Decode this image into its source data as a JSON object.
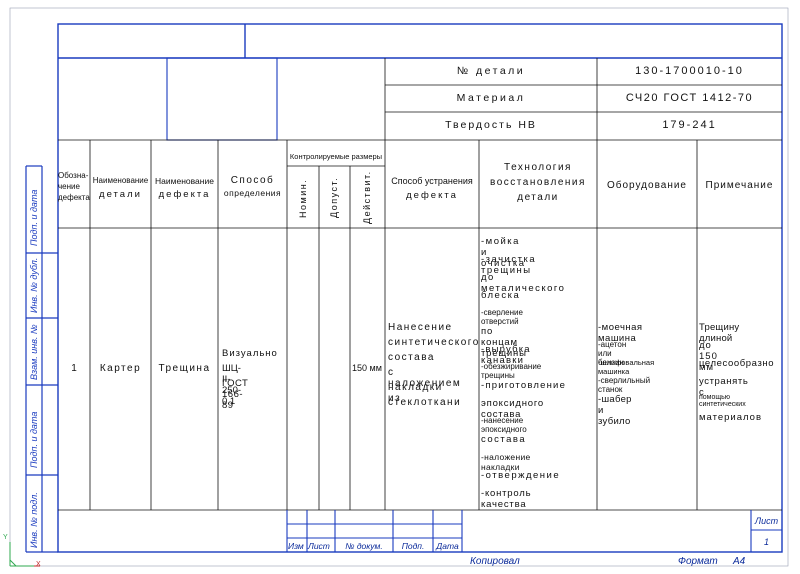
{
  "header": {
    "part_no_label": "№ детали",
    "part_no_value": "130-1700010-10",
    "material_label": "Материал",
    "material_value": "СЧ20 ГОСТ 1412-70",
    "hardness_label": "Твердость НВ",
    "hardness_value": "179-241"
  },
  "columns": {
    "designation": [
      "Обозна-",
      "чение",
      "дефекта"
    ],
    "part_name": [
      "Наименование",
      "детали"
    ],
    "defect_name": [
      "Наименование",
      "дефекта"
    ],
    "method": [
      "Способ",
      "определения"
    ],
    "controlled": "Контролируемые размеры",
    "nominal": "Номин.",
    "allowed": "Допуст.",
    "actual": "Действит.",
    "elimination": [
      "Способ устранения",
      "дефекта"
    ],
    "technology": [
      "Технология",
      "восстановления",
      "детали"
    ],
    "equipment": "Оборудование",
    "note": "Примечание"
  },
  "row": {
    "designation": "1",
    "part_name": "Картер",
    "defect_name": "Трещина",
    "method": [
      "Визуально",
      "ШЦ-II-250-0.1",
      "ГОСТ 166-89"
    ],
    "actual": "150 мм",
    "elimination": [
      "Нанесение",
      "синтетического",
      "состава",
      "с наложением",
      "накладки из",
      "стеклоткани"
    ],
    "technology": [
      "-мойка и очистка",
      "-зачистка трещины",
      "до металического",
      "блеска",
      "-сверление отверстий",
      "по концам трещины",
      "-вырубка канавки",
      "-обезжиривание трещины",
      "-приготовление",
      "эпоксидного состава",
      "-нанесение эпоксидного",
      "состава",
      "-наложение накладки",
      "-отверждение",
      "-контроль качества"
    ],
    "equipment": [
      "-моечная машина",
      "-ацетон или бензин",
      "-шлифовальная машинка",
      "-сверлильный станок",
      "-шабер и зубило"
    ],
    "note": [
      "Трещину длиной",
      "до 150 мм",
      "целесообразно",
      "устранять с",
      "помощью синтетических",
      "материалов"
    ]
  },
  "side_labels": [
    "Подп. и дата",
    "Инв. № дубл.",
    "Взам. инв. №",
    "Подп. и дата",
    "Инв. № подл."
  ],
  "title_block": {
    "izm": "Изм",
    "list": "Лист",
    "doc_no": "№ докум.",
    "podp": "Подп.",
    "data": "Дата",
    "sheet_label": "Лист",
    "sheet_no": "1"
  },
  "footer": {
    "copied": "Копировал",
    "format_label": "Формат",
    "format_value": "A4"
  },
  "axes": {
    "x": "X",
    "y": "Y"
  },
  "colors": {
    "frame": "#1a3bbf",
    "grid": "#111111",
    "text": "#111111"
  }
}
